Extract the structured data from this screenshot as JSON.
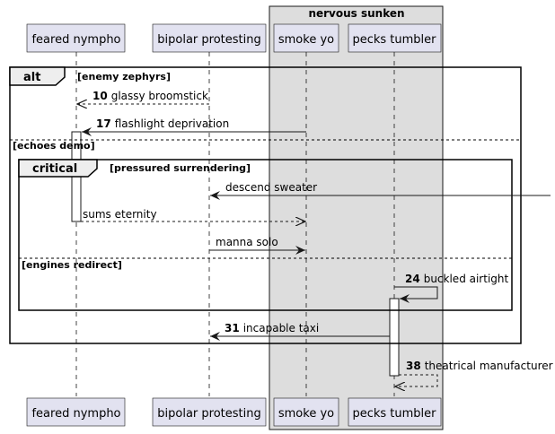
{
  "group_box": {
    "title": "nervous sunken"
  },
  "participants": [
    {
      "id": "p1",
      "label": "feared nympho"
    },
    {
      "id": "p2",
      "label": "bipolar protesting"
    },
    {
      "id": "p3",
      "label": "smoke yo"
    },
    {
      "id": "p4",
      "label": "pecks tumbler"
    }
  ],
  "fragments": [
    {
      "id": "alt",
      "keyword": "alt",
      "guards": [
        "[enemy zephyrs]",
        "[echoes demo]"
      ]
    },
    {
      "id": "critical",
      "keyword": "critical",
      "guards": [
        "[pressured surrendering]",
        "[engines redirect]"
      ]
    }
  ],
  "messages": [
    {
      "id": "m1",
      "number": "10",
      "text": "glassy broomstick"
    },
    {
      "id": "m2",
      "number": "17",
      "text": "flashlight deprivation"
    },
    {
      "id": "m3",
      "number": "",
      "text": "descend sweater"
    },
    {
      "id": "m4",
      "number": "",
      "text": "sums eternity"
    },
    {
      "id": "m5",
      "number": "",
      "text": "manna solo"
    },
    {
      "id": "m6",
      "number": "24",
      "text": "buckled airtight"
    },
    {
      "id": "m7",
      "number": "31",
      "text": "incapable taxi"
    },
    {
      "id": "m8",
      "number": "38",
      "text": "theatrical manufacturer"
    }
  ]
}
